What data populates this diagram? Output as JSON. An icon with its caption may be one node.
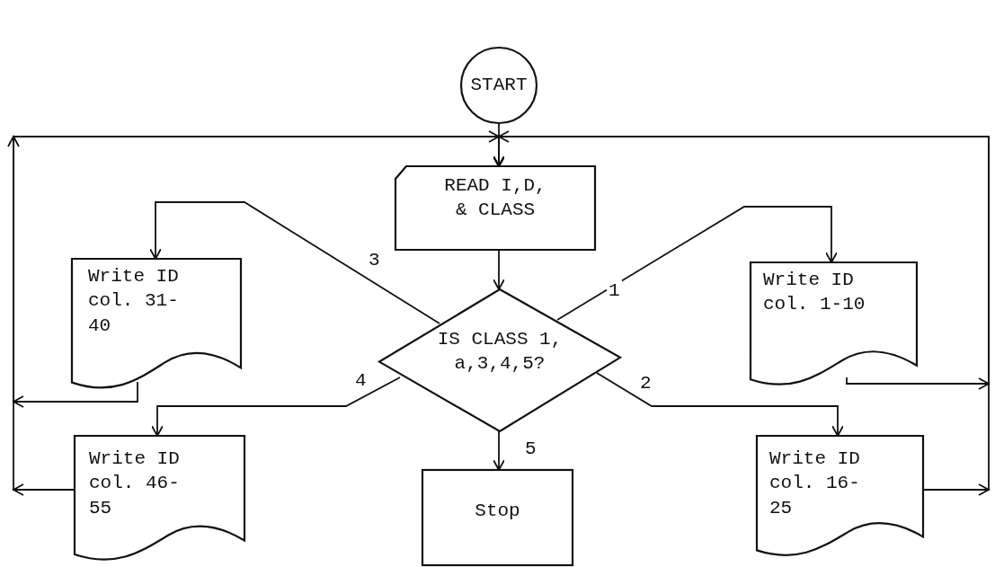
{
  "diagram": {
    "nodes": [
      {
        "text": [
          "START"
        ]
      },
      {
        "text": [
          "READ I,D, & CLASS"
        ]
      },
      {
        "text": [
          "IS CLASS 1, a,3,4,5?"
        ]
      },
      {
        "text": [
          "Write ID col. 31- 40"
        ]
      },
      {
        "text": [
          "Write ID col. 1-10"
        ]
      },
      {
        "text": [
          "Write ID col. 46-55"
        ]
      },
      {
        "text": [
          "Stop"
        ]
      },
      {
        "text": [
          "Write ID col. 16-25"
        ]
      }
    ],
    "edges": [
      {
        "from": 0,
        "to": 1,
        "arrow": "to"
      },
      {
        "from": 1,
        "to": 2,
        "arrow": "to"
      },
      {
        "from": 2,
        "to": 4,
        "arrow": "to",
        "label": "1"
      },
      {
        "from": 2,
        "to": 3,
        "arrow": "to",
        "label": "3"
      },
      {
        "from": 2,
        "to": 5,
        "arrow": "to",
        "label": "4"
      },
      {
        "from": 2,
        "to": 7,
        "arrow": "to",
        "label": "2"
      },
      {
        "from": 2,
        "to": 6,
        "arrow": "to",
        "label": "5"
      },
      {
        "from": 3,
        "to": 1,
        "arrow": "to"
      },
      {
        "from": 5,
        "to": 1,
        "arrow": "to"
      },
      {
        "from": 4,
        "to": 1,
        "arrow": "to"
      },
      {
        "from": 7,
        "to": 1,
        "arrow": "to"
      }
    ]
  }
}
